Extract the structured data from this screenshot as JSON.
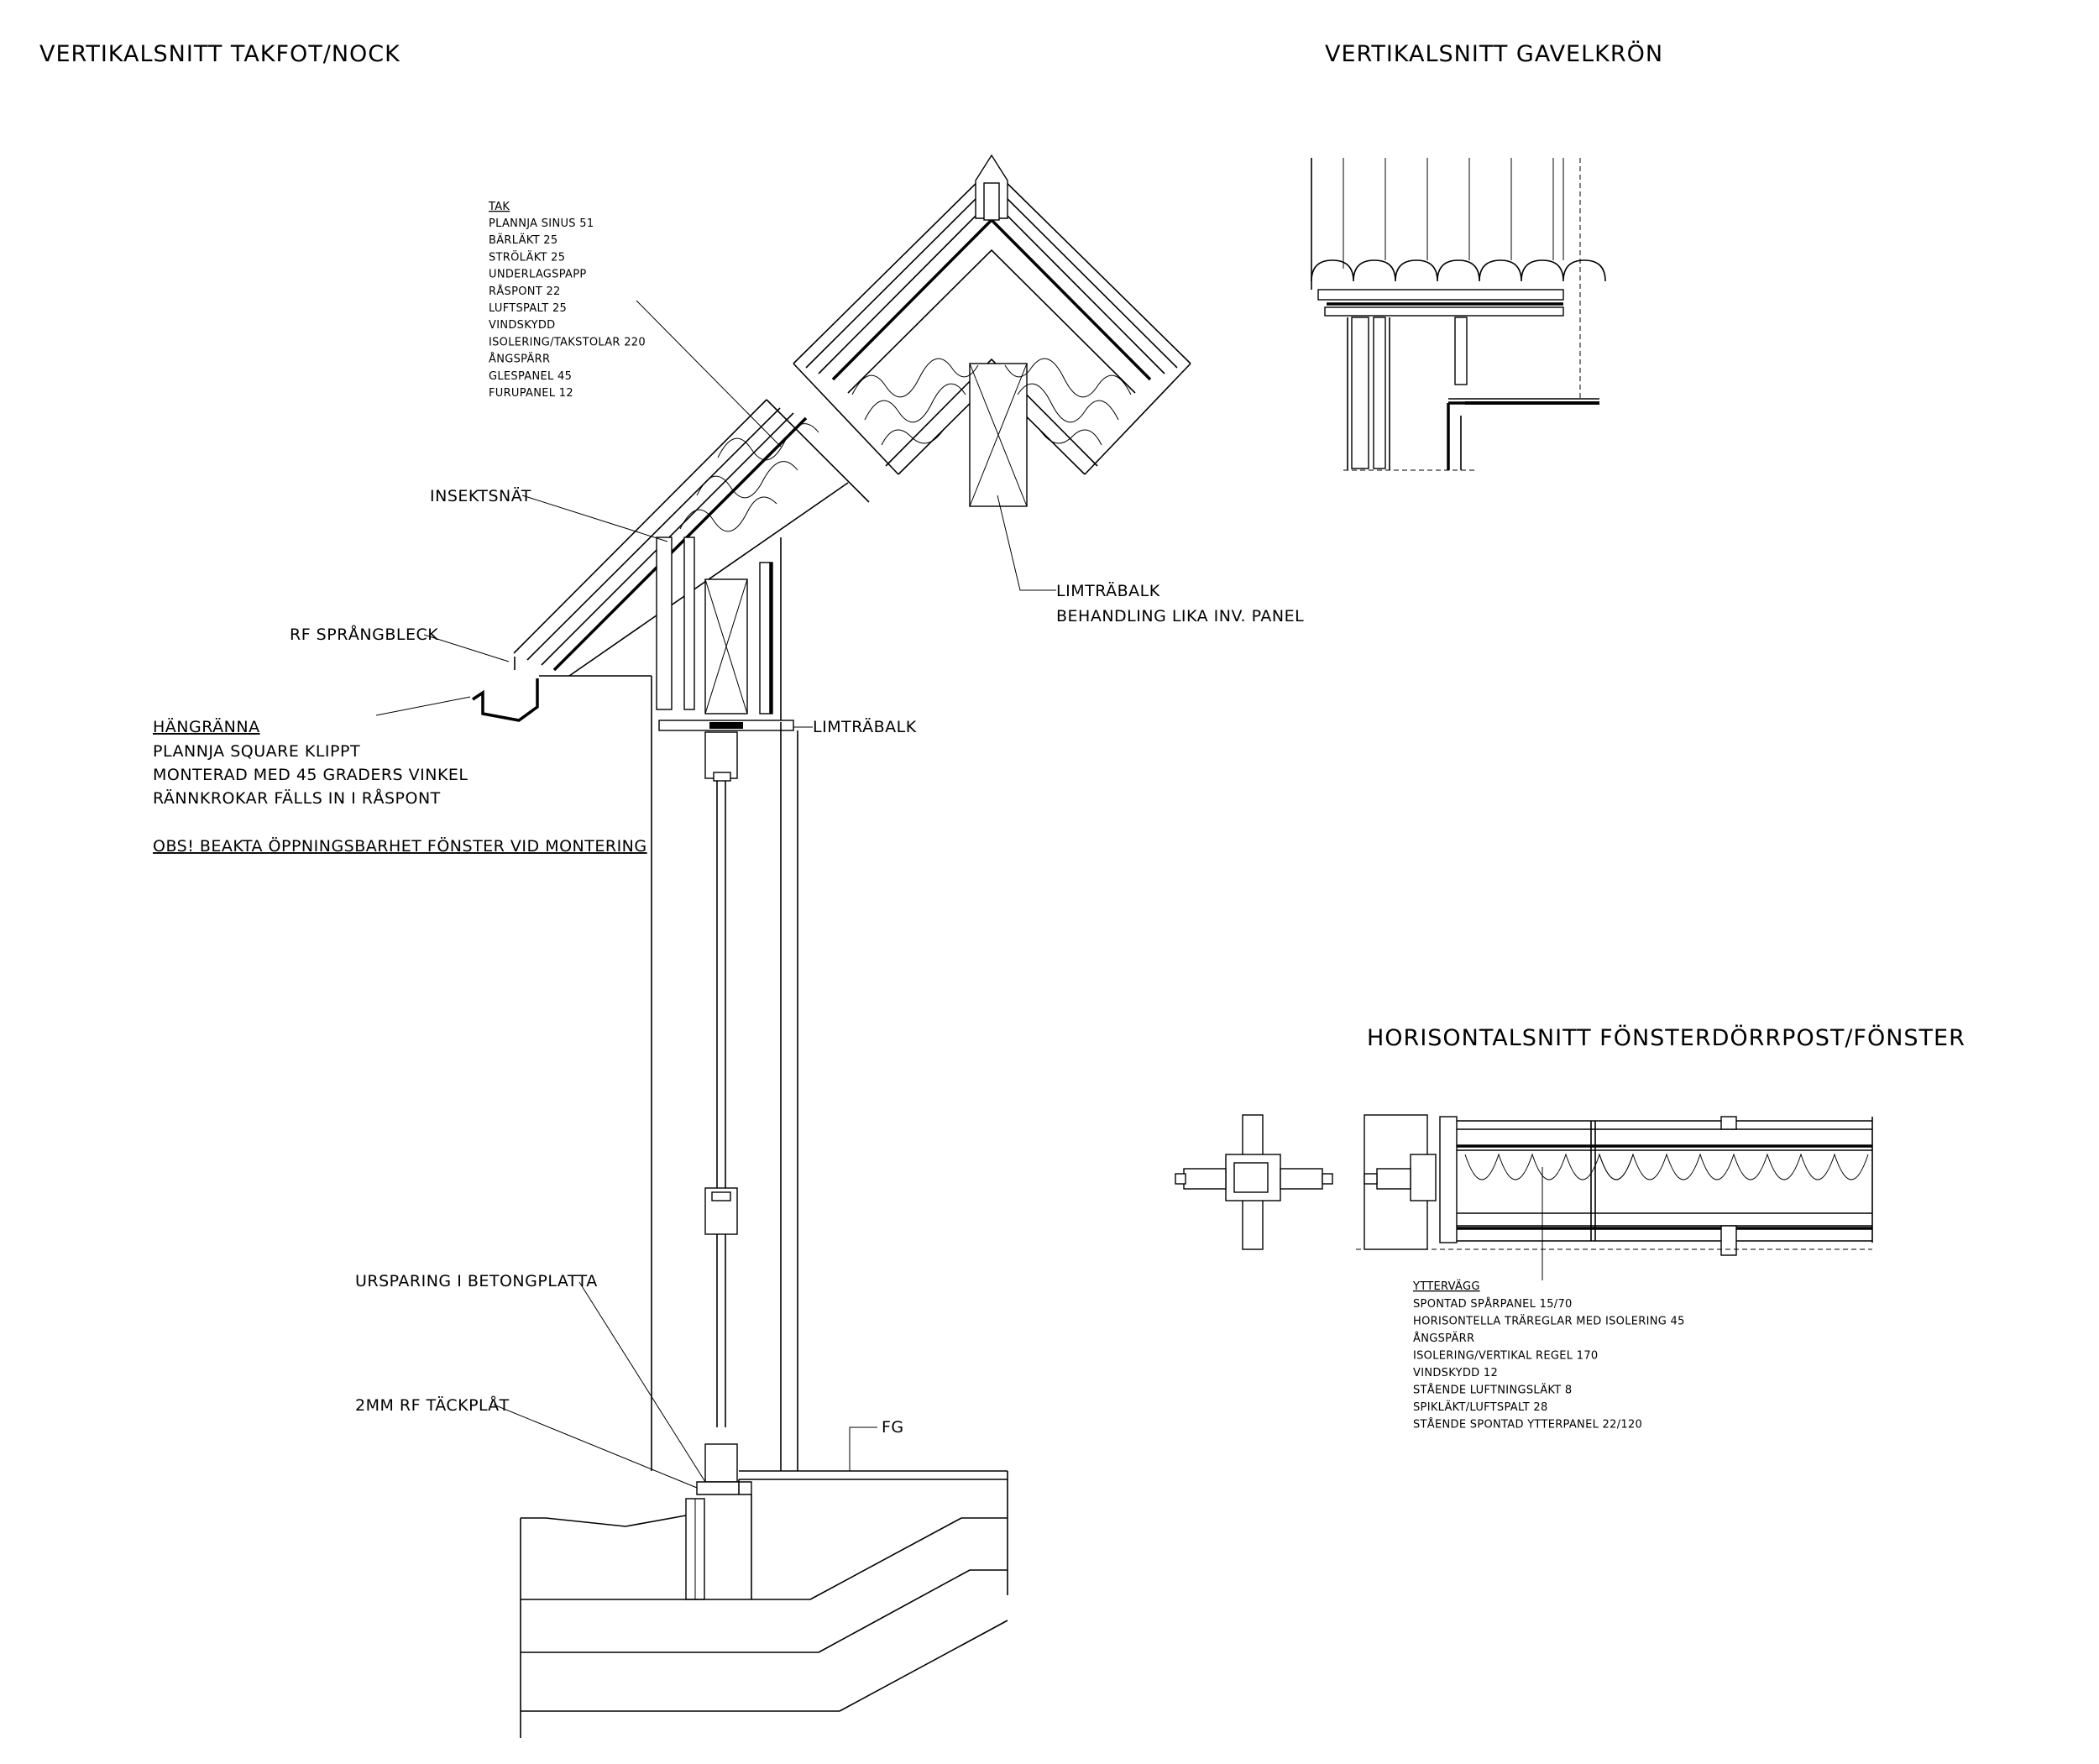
{
  "titles": {
    "takfot": "VERTIKALSNITT TAKFOT/NOCK",
    "gavel": "VERTIKALSNITT GAVELKRÖN",
    "horisontal": "HORISONTALSNITT FÖNSTERDÖRRPOST/FÖNSTER"
  },
  "tak": {
    "heading": "TAK",
    "layers": [
      "PLANNJA SINUS 51",
      "BÄRLÄKT 25",
      "STRÖLÄKT 25",
      "UNDERLAGSPAPP",
      "RÅSPONT 22",
      "LUFTSPALT 25",
      "VINDSKYDD",
      "ISOLERING/TAKSTOLAR 220",
      "ÅNGSPÄRR",
      "GLESPANEL 45",
      "FURUPANEL 12"
    ]
  },
  "labels": {
    "insektsnat": "INSEKTSNÄT",
    "sprangbleck": "RF SPRÅNGBLECK",
    "limtrabalk_ridge_1": "LIMTRÄBALK",
    "limtrabalk_ridge_2": "BEHANDLING LIKA INV. PANEL",
    "limtrabalk_wall": "LIMTRÄBALK",
    "ursparing": "URSPARING I BETONGPLATTA",
    "tackplat": "2MM RF TÄCKPLÅT",
    "fg": "FG"
  },
  "hangranna": {
    "heading": "HÄNGRÄNNA",
    "lines": [
      "PLANNJA SQUARE KLIPPT",
      "MONTERAD MED 45 GRADERS VINKEL",
      "RÄNNKROKAR FÄLLS IN I RÅSPONT"
    ],
    "note": "OBS! BEAKTA ÖPPNINGSBARHET  FÖNSTER VID MONTERING"
  },
  "yttervagg": {
    "heading": "YTTERVÄGG",
    "layers": [
      "SPONTAD SPÅRPANEL 15/70",
      "HORISONTELLA TRÄREGLAR MED ISOLERING 45",
      "ÅNGSPÄRR",
      "ISOLERING/VERTIKAL REGEL 170",
      "VINDSKYDD 12",
      "STÅENDE LUFTNINGSLÄKT 8",
      "SPIKLÄKT/LUFTSPALT 28",
      "STÅENDE SPONTAD YTTERPANEL 22/120"
    ]
  }
}
